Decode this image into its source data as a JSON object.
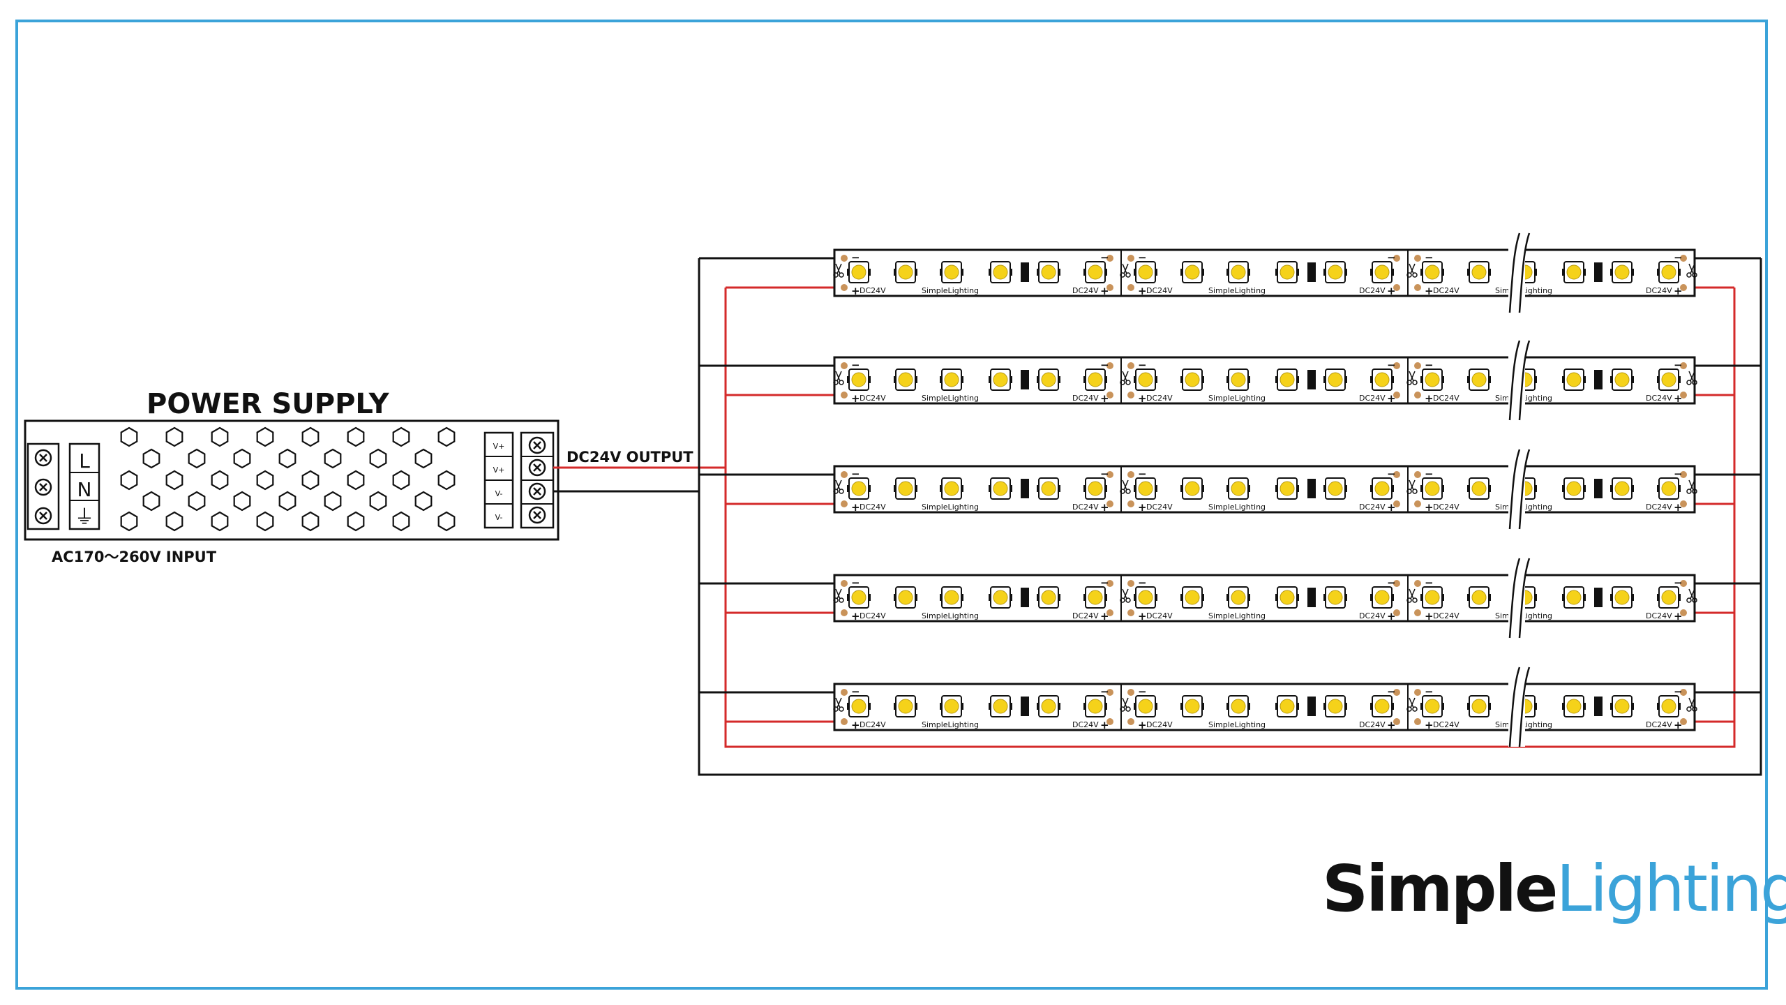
{
  "power_supply": {
    "title": "POWER SUPPLY",
    "input_label": "AC170～260V INPUT",
    "output_label": "DC24V OUTPUT",
    "input_terminals": [
      "L",
      "N",
      "⏚"
    ],
    "output_terminals": [
      "V+",
      "V+",
      "V-",
      "V-"
    ]
  },
  "strip": {
    "voltage_label": "DC24V",
    "plus_sign": "+",
    "minus_sign": "−",
    "mini_logo": "SimpleLighting",
    "rows": 5,
    "segments_per_row": 3
  },
  "brand": {
    "part1": "Simple",
    "part2": "Lighting"
  },
  "colors": {
    "border": "#3ba3d9",
    "positive_wire": "#d42a2a",
    "negative_wire": "#111111",
    "led": "#f5d21a",
    "solder_pad": "#c9935a",
    "brand_blue": "#3ba3d9"
  }
}
